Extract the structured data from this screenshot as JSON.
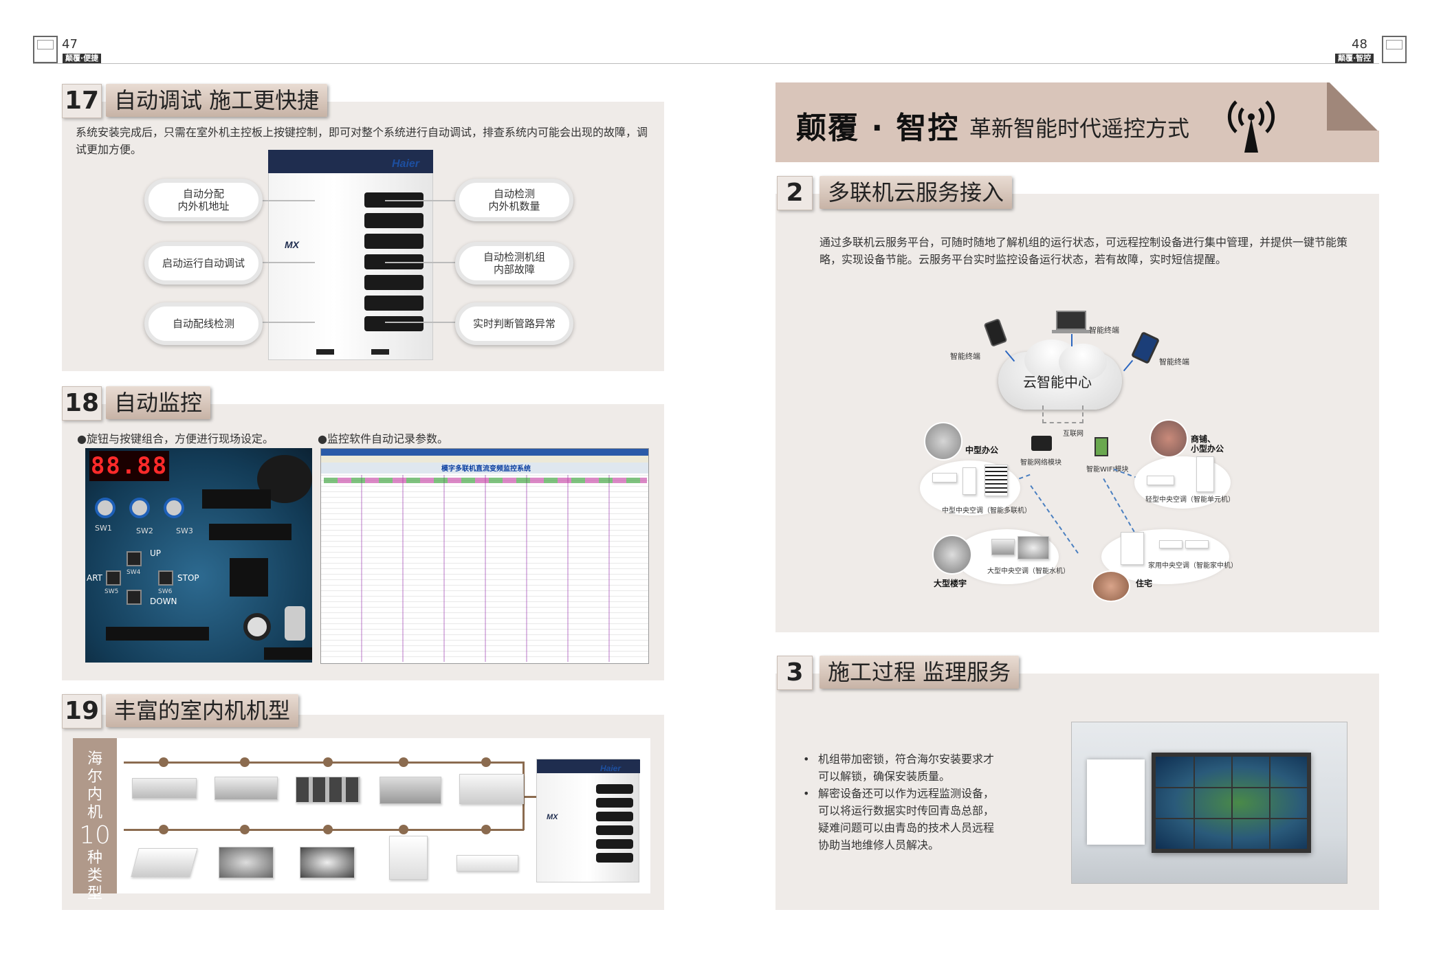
{
  "header": {
    "left_page": "47",
    "left_tag": "颠覆·便捷",
    "right_page": "48",
    "right_tag": "颠覆·智控"
  },
  "s17": {
    "num": "17",
    "title": "自动调试 施工更快捷",
    "desc": "系统安装完成后，只需在室外机主控板上按键控制，即可对整个系统进行自动调试，排查系统内可能会出现的故障，调试更加方便。",
    "pills_left": [
      "自动分配\n内外机地址",
      "启动运行自动调试",
      "自动配线检测"
    ],
    "pills_right": [
      "自动检测\n内外机数量",
      "自动检测机组\n内部故障",
      "实时判断管路异常"
    ],
    "brand": "Haier",
    "model_badge": "MX"
  },
  "s18": {
    "num": "18",
    "title": "自动监控",
    "cap_left": "●旋钮与按键组合，方便进行现场设定。",
    "cap_right": "●监控软件自动记录参数。",
    "display": "88.88",
    "board_labels": {
      "sw1": "SW1",
      "sw2": "SW2",
      "sw3": "SW3",
      "sw4": "SW4",
      "sw5": "SW5",
      "sw6": "SW6",
      "up": "UP",
      "stop": "STOP",
      "down": "DOWN",
      "start": "ART"
    },
    "software_title": "模字多联机直流变频监控系统"
  },
  "s19": {
    "num": "19",
    "title": "丰富的室内机机型",
    "vertical": [
      "海",
      "尔",
      "内",
      "机"
    ],
    "count": "10",
    "vertical2": [
      "种",
      "类",
      "型"
    ],
    "brand": "Haier",
    "model_badge": "MX"
  },
  "hero": {
    "title": "颠覆 · 智控",
    "subtitle": "革新智能时代遥控方式"
  },
  "s2": {
    "num": "2",
    "title": "多联机云服务接入",
    "desc": "通过多联机云服务平台，可随时随地了解机组的运行状态，可远程控制设备进行集中管理，并提供一键节能策略，实现设备节能。云服务平台实时监控设备运行状态，若有故障，实时短信提醒。",
    "cloud": "云智能中心",
    "terminal": "智能终端",
    "internet": "互联网",
    "net_module": "智能网络模块",
    "wifi_module": "智能WIFI模块",
    "mid_office": "中型办公",
    "mid_ac": "中型中央空调（智能多联机）",
    "shop": "商铺、\n小型办公",
    "light_ac": "轻型中央空调（智能单元机）",
    "big_building": "大型楼宇",
    "big_ac": "大型中央空调（智能水机）",
    "home": "住宅",
    "home_ac": "家用中央空调（智能家中机）"
  },
  "s3": {
    "num": "3",
    "title": "施工过程 监理服务",
    "bullets": [
      "机组带加密锁，符合海尔安装要求才可以解锁，确保安装质量。",
      "解密设备还可以作为远程监测设备，可以将运行数据实时传回青岛总部，疑难问题可以由青岛的技术人员远程协助当地维修人员解决。"
    ]
  }
}
